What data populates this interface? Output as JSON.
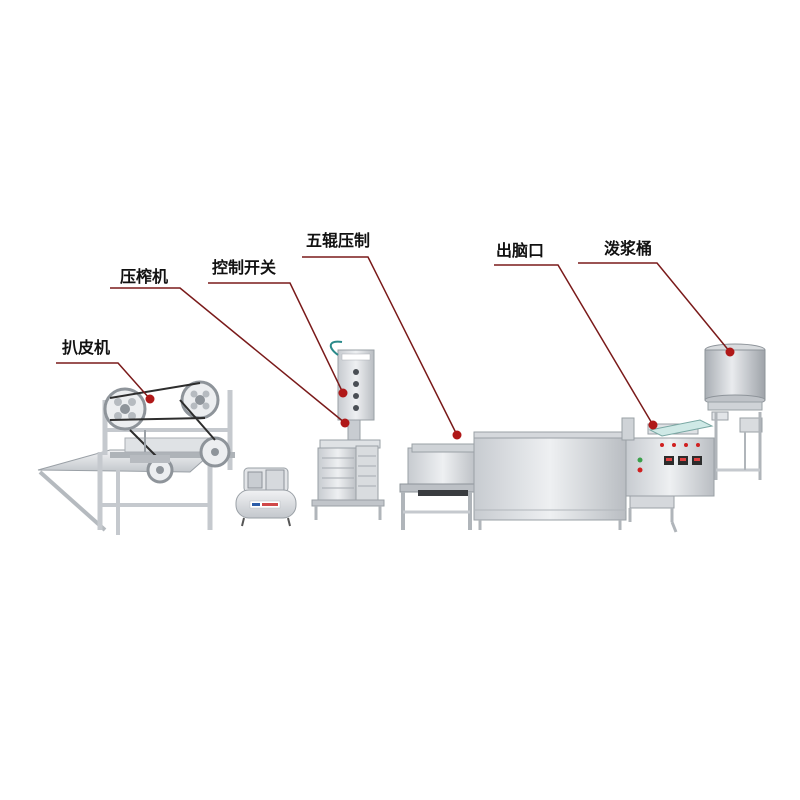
{
  "labels": {
    "peeling_machine": "扒皮机",
    "press_machine": "压榨机",
    "control_switch": "控制开关",
    "five_roller_press": "五辊压制",
    "curd_outlet": "出脑口",
    "splash_bucket": "泼浆桶"
  },
  "colors": {
    "leader_line": "#7a1a1a",
    "marker_dot": "#b01818",
    "steel_light": "#e4e6e9",
    "steel_mid": "#c6cacf",
    "steel_dark": "#8d9297",
    "label_text": "#111111"
  }
}
